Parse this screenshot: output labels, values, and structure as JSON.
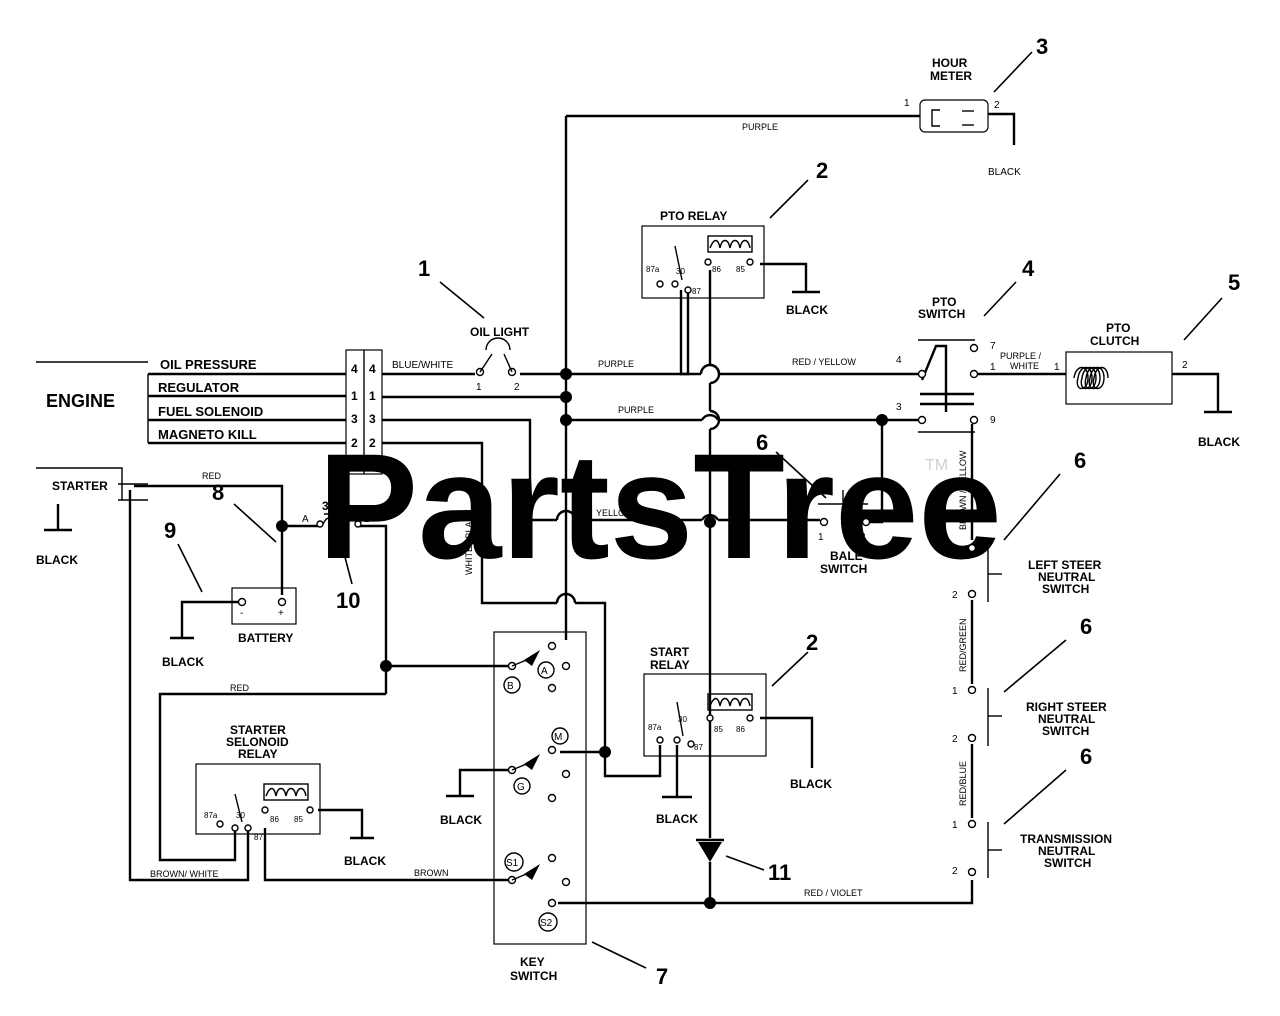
{
  "watermark": {
    "text": "PartsTree",
    "tm": "TM"
  },
  "engine": {
    "title": "ENGINE",
    "leads": [
      {
        "label": "OIL PRESSURE",
        "pin": "4"
      },
      {
        "label": "REGULATOR",
        "pin": "1"
      },
      {
        "label": "FUEL SOLENOID",
        "pin": "3"
      },
      {
        "label": "MAGNETO KILL",
        "pin": "2"
      }
    ],
    "connector_pins": [
      "4",
      "1",
      "3",
      "2"
    ]
  },
  "components": {
    "hour_meter": {
      "label": [
        "HOUR",
        "METER"
      ],
      "callout": "3",
      "pins": [
        "1",
        "2"
      ],
      "ground": "BLACK"
    },
    "pto_relay": {
      "label": "PTO RELAY",
      "callout": "2",
      "ground": "BLACK",
      "pins": [
        "87a",
        "30",
        "87",
        "86",
        "85"
      ]
    },
    "oil_light": {
      "label": "OIL LIGHT",
      "callout": "1",
      "pins": [
        "1",
        "2"
      ]
    },
    "pto_switch": {
      "label": [
        "PTO",
        "SWITCH"
      ],
      "callout": "4",
      "pins": [
        "7",
        "1",
        "4",
        "3",
        "9"
      ]
    },
    "pto_clutch": {
      "label": [
        "PTO",
        "CLUTCH"
      ],
      "callout": "5",
      "pins": [
        "1",
        "2"
      ],
      "ground": "BLACK"
    },
    "starter": {
      "label": "STARTER",
      "ground": "BLACK"
    },
    "battery": {
      "label": "BATTERY",
      "callout": "9",
      "ground": "BLACK",
      "neg": "-",
      "pos": "+"
    },
    "fuse": {
      "label": "30A",
      "callout": "10",
      "pins": [
        "A",
        "B"
      ]
    },
    "red_junction_callout": "8",
    "bale_switch": {
      "label": [
        "BALE",
        "SWITCH"
      ],
      "callout": "6",
      "pins": [
        "1",
        "2"
      ]
    },
    "left_steer": {
      "label": [
        "LEFT STEER",
        "NEUTRAL",
        "SWITCH"
      ],
      "callout": "6",
      "pins": [
        "1",
        "2"
      ]
    },
    "right_steer": {
      "label": [
        "RIGHT STEER",
        "NEUTRAL",
        "SWITCH"
      ],
      "callout": "6",
      "pins": [
        "1",
        "2"
      ]
    },
    "transmission": {
      "label": [
        "TRANSMISSION",
        "NEUTRAL",
        "SWITCH"
      ],
      "callout": "6",
      "pins": [
        "1",
        "2"
      ]
    },
    "start_relay": {
      "label": [
        "START",
        "RELAY"
      ],
      "callout": "2",
      "ground": "BLACK",
      "pins": [
        "87a",
        "30",
        "87",
        "85",
        "86"
      ]
    },
    "starter_solenoid_relay": {
      "label": [
        "STARTER",
        "SELONOID",
        "RELAY"
      ],
      "ground": "BLACK",
      "pins": [
        "87a",
        "30",
        "87",
        "86",
        "85"
      ]
    },
    "key_switch": {
      "label": [
        "KEY",
        "SWITCH"
      ],
      "callout": "7",
      "ground": "BLACK",
      "terminals": [
        "A",
        "B",
        "M",
        "G",
        "S1",
        "S2"
      ]
    },
    "diode": {
      "callout": "11"
    }
  },
  "wires": {
    "purple": "PURPLE",
    "blue_white": "BLUE/WHITE",
    "red_yellow": "RED / YELLOW",
    "purple_white": [
      "PURPLE /",
      "WHITE"
    ],
    "yellow_red": "YELLOW / RED",
    "white_black": "WHITE / BLACK",
    "red": "RED",
    "brown_white": "BROWN/ WHITE",
    "brown": "BROWN",
    "red_violet": "RED / VIOLET",
    "brown_yellow": "BROWN / YELLOW",
    "red_green": "RED/GREEN",
    "red_blue": "RED/BLUE"
  }
}
